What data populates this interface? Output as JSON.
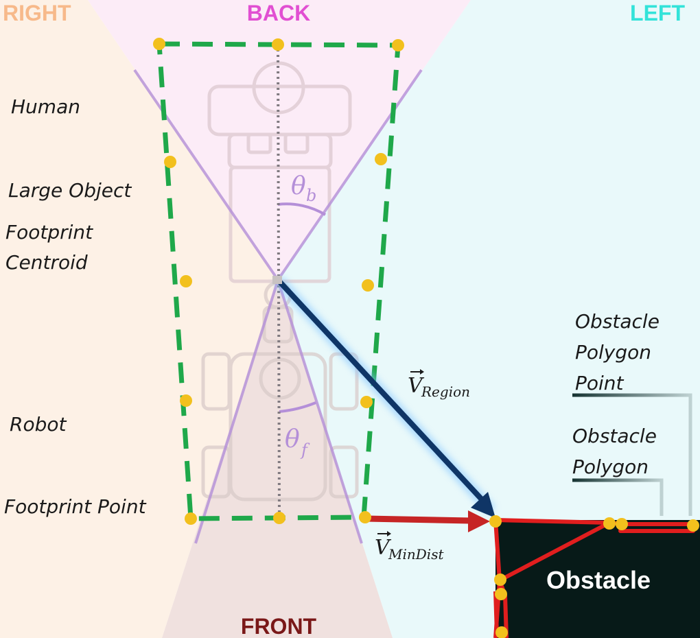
{
  "regions": {
    "right": "RIGHT",
    "back": "BACK",
    "left": "LEFT",
    "front": "FRONT"
  },
  "labels": {
    "human": "Human",
    "large_object": "Large Object",
    "footprint_centroid_1": "Footprint",
    "footprint_centroid_2": "Centroid",
    "robot": "Robot",
    "footprint_point": "Footprint Point",
    "obstacle_polygon_point_1": "Obstacle",
    "obstacle_polygon_point_2": "Polygon",
    "obstacle_polygon_point_3": "Point",
    "obstacle_polygon_1": "Obstacle",
    "obstacle_polygon_2": "Polygon",
    "obstacle": "Obstacle"
  },
  "math": {
    "theta_b_base": "θ",
    "theta_b_sub": "b",
    "theta_f_base": "θ",
    "theta_f_sub": "f",
    "v_region_base": "V",
    "v_region_sub": "Region",
    "v_mindist_base": "V",
    "v_mindist_sub": "MinDist"
  },
  "colors": {
    "right_region": "#fdf1e6",
    "back_region": "#fcecf7",
    "left_region": "#e9f9fa",
    "front_region": "#f0e1df",
    "right_text": "#f7b98a",
    "back_text": "#e14fd2",
    "left_text": "#33e3d9",
    "front_text": "#7a1818",
    "footprint_dash": "#1fa84a",
    "vertex_dot": "#f2c01d",
    "cone_line": "#b48fd8",
    "region_vector": "#0f3566",
    "min_dist_vector": "#c62525",
    "obstacle_fill": "#071a18",
    "obstacle_outline": "#e01e1e"
  }
}
